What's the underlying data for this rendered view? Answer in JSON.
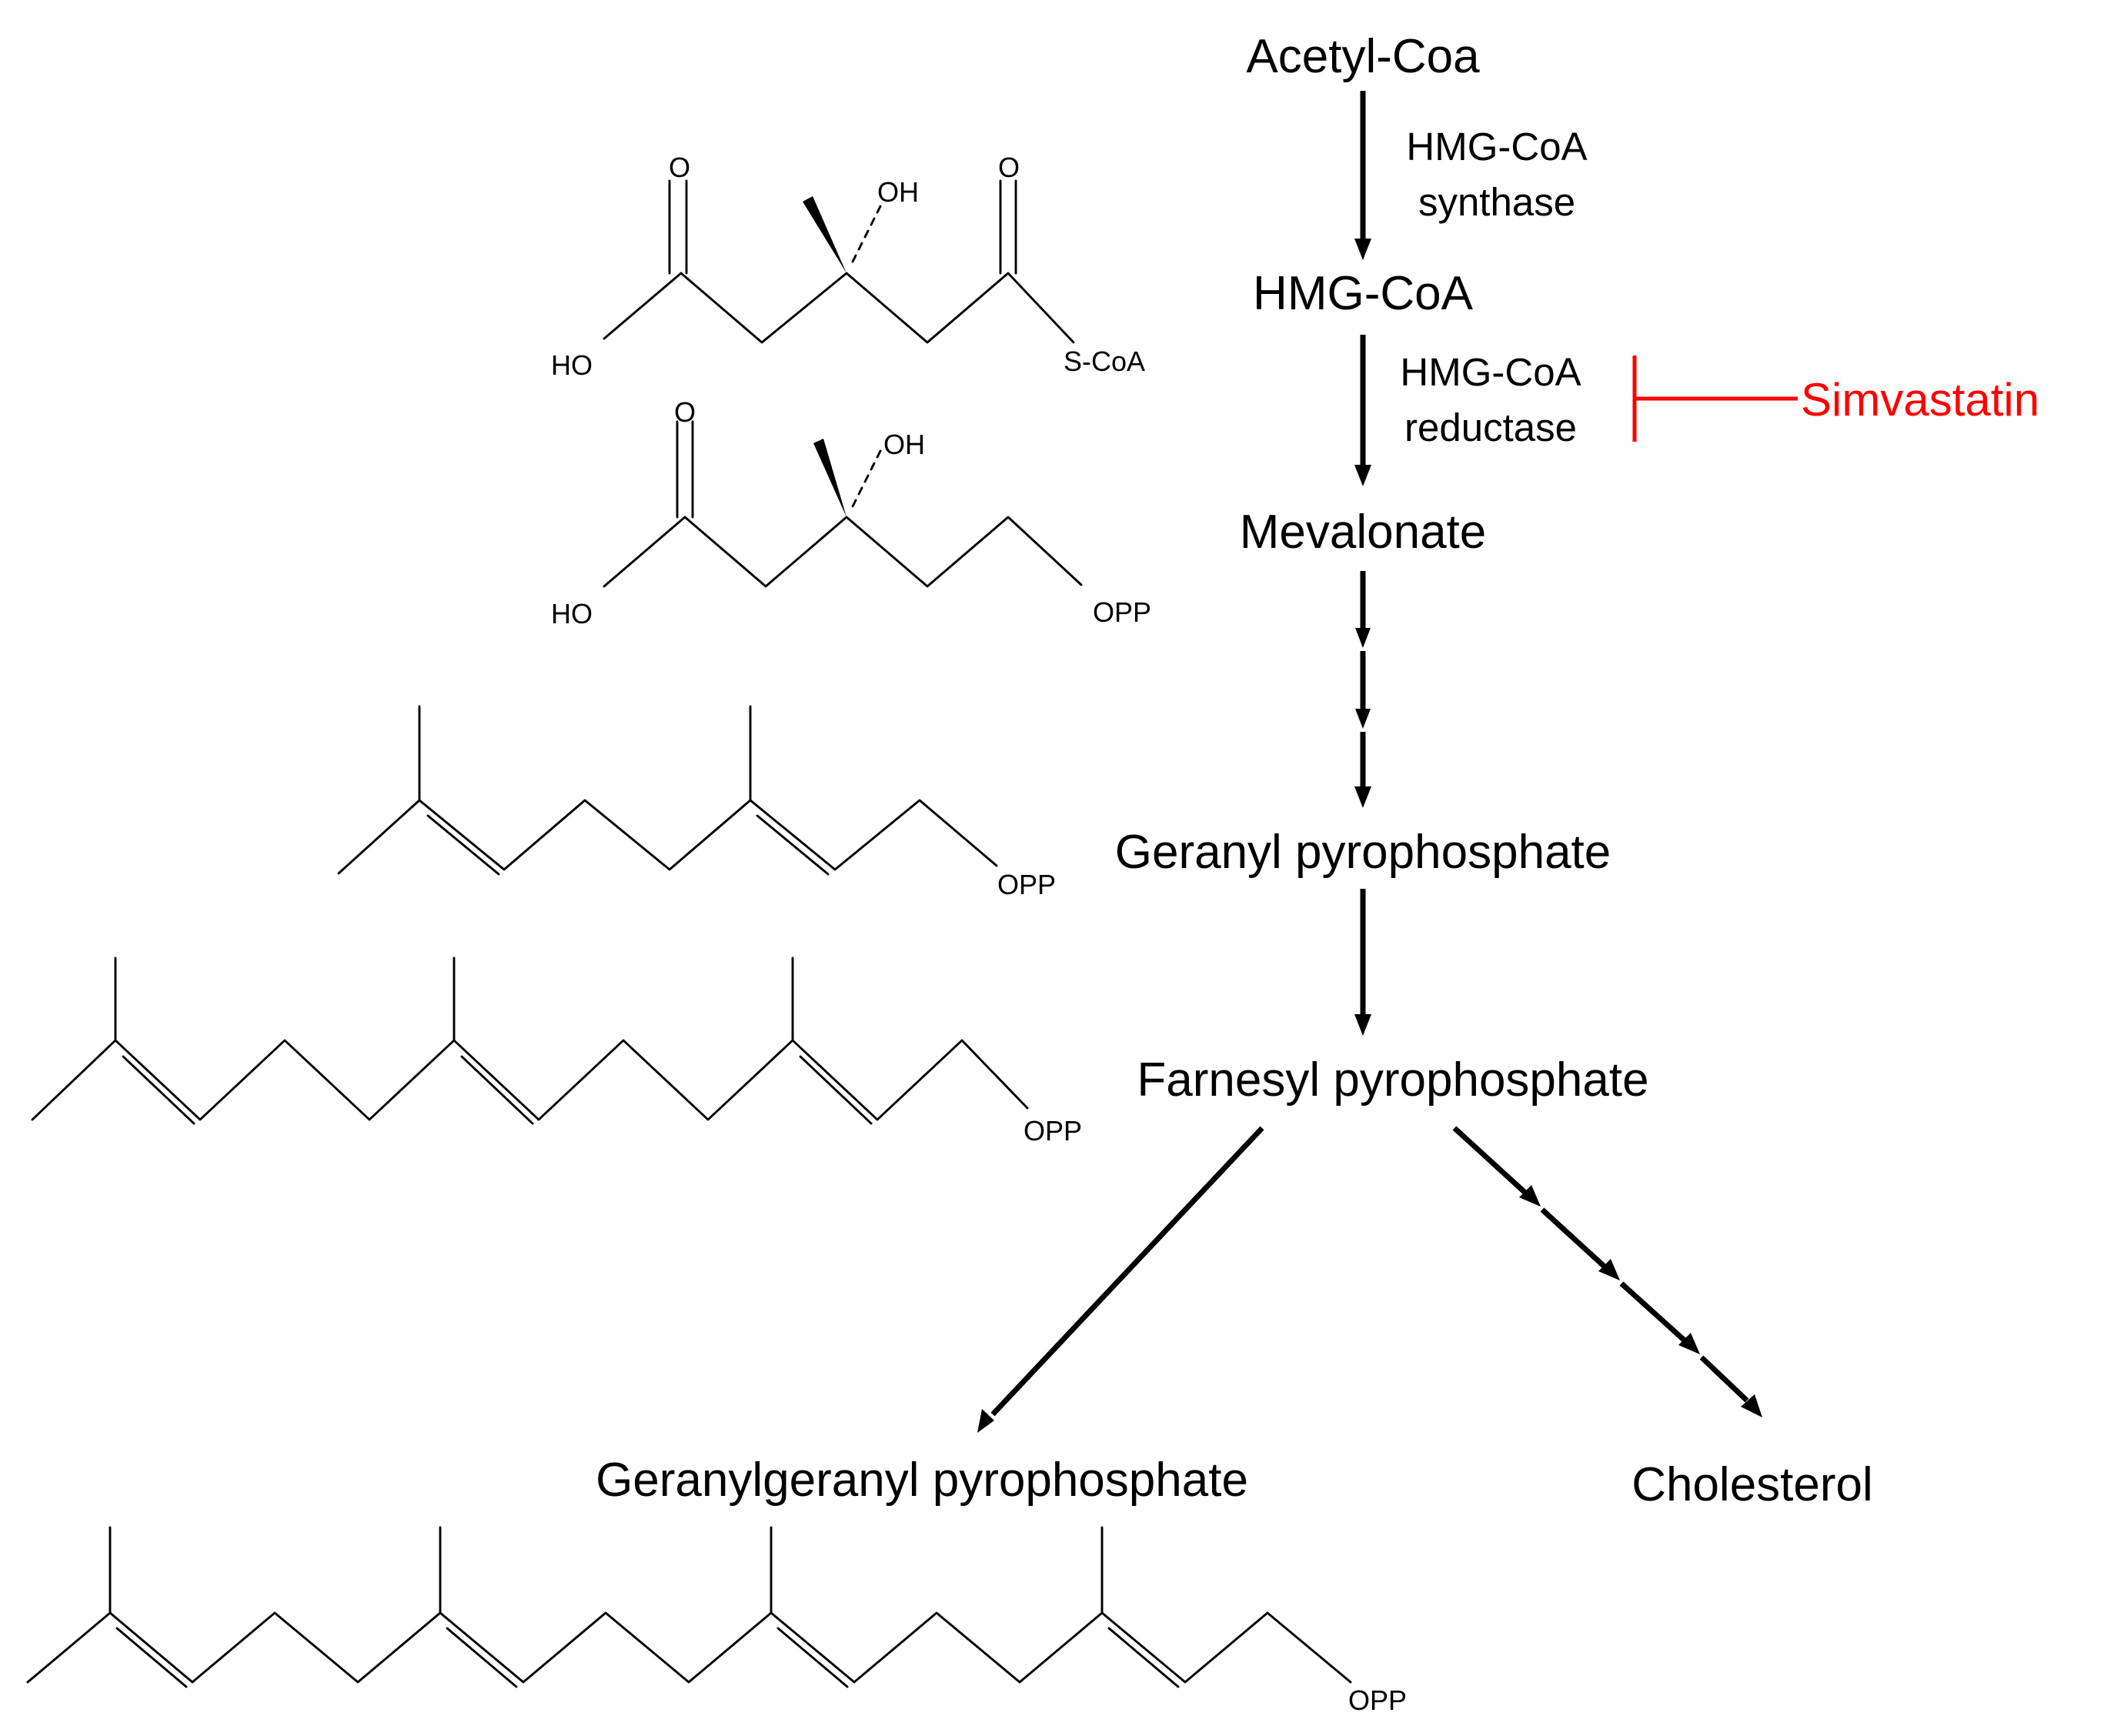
{
  "compounds": {
    "acetyl_coa": "Acetyl-Coa",
    "hmg_coa": "HMG-CoA",
    "mevalonate": "Mevalonate",
    "geranyl_pp": "Geranyl pyrophosphate",
    "farnesyl_pp": "Farnesyl pyrophosphate",
    "geranylgeranyl_pp": "Geranylgeranyl pyrophosphate",
    "cholesterol": "Cholesterol"
  },
  "enzymes": {
    "synthase_line1": "HMG-CoA",
    "synthase_line2": "synthase",
    "reductase_line1": "HMG-CoA",
    "reductase_line2": "reductase"
  },
  "inhibitor": {
    "name": "Simvastatin",
    "color": "#ff0000"
  },
  "atoms": {
    "oxygen": "O",
    "hydroxyl": "OH",
    "acid_hydroxyl": "HO",
    "thioester": "S-CoA",
    "pyrophosphate": "OPP"
  }
}
